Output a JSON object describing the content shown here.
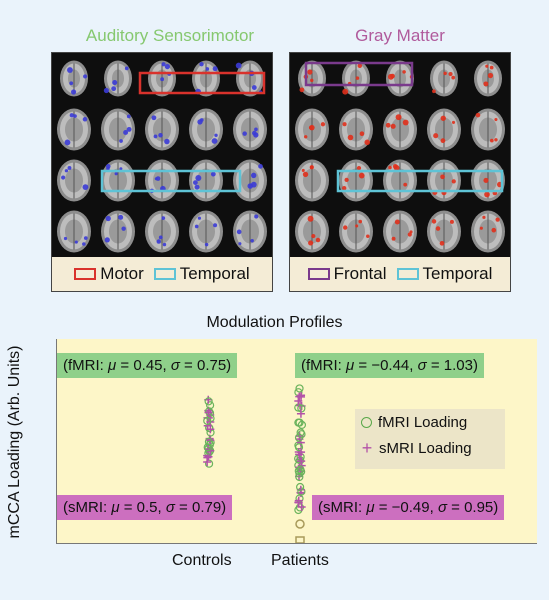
{
  "panels": {
    "left": {
      "title": "Auditory Sensorimotor",
      "title_color": "#86c86f",
      "legend": [
        {
          "label": "Motor",
          "color": "#d9322c"
        },
        {
          "label": "Temporal",
          "color": "#5ec3d6"
        }
      ]
    },
    "right": {
      "title": "Gray Matter",
      "title_color": "#b05a9c",
      "legend": [
        {
          "label": "Frontal",
          "color": "#7a3a8c"
        },
        {
          "label": "Temporal",
          "color": "#5ec3d6"
        }
      ]
    }
  },
  "plot": {
    "title": "Modulation Profiles",
    "ylabel": "mCCA Loading (Arb. Units)",
    "stats": {
      "controls_fmri": {
        "pre": "(fMRI: ",
        "mu_sym": "μ",
        "mu": " = 0.45, ",
        "sigma_sym": "σ",
        "sigma": " = 0.75)"
      },
      "patients_fmri": {
        "pre": "(fMRI: ",
        "mu_sym": "μ",
        "mu": " = −0.44, ",
        "sigma_sym": "σ",
        "sigma": " = 1.03)"
      },
      "controls_smri": {
        "pre": "(sMRI: ",
        "mu_sym": "μ",
        "mu": " = 0.5, ",
        "sigma_sym": "σ",
        "sigma": " = 0.79)"
      },
      "patients_smri": {
        "pre": "(sMRI: ",
        "mu_sym": "μ",
        "mu": " = −0.49, ",
        "sigma_sym": "σ",
        "sigma": " = 0.95)"
      }
    },
    "legend": {
      "fmri": "fMRI Loading",
      "smri": "sMRI Loading"
    },
    "xticks": [
      "Controls",
      "Patients"
    ]
  }
}
